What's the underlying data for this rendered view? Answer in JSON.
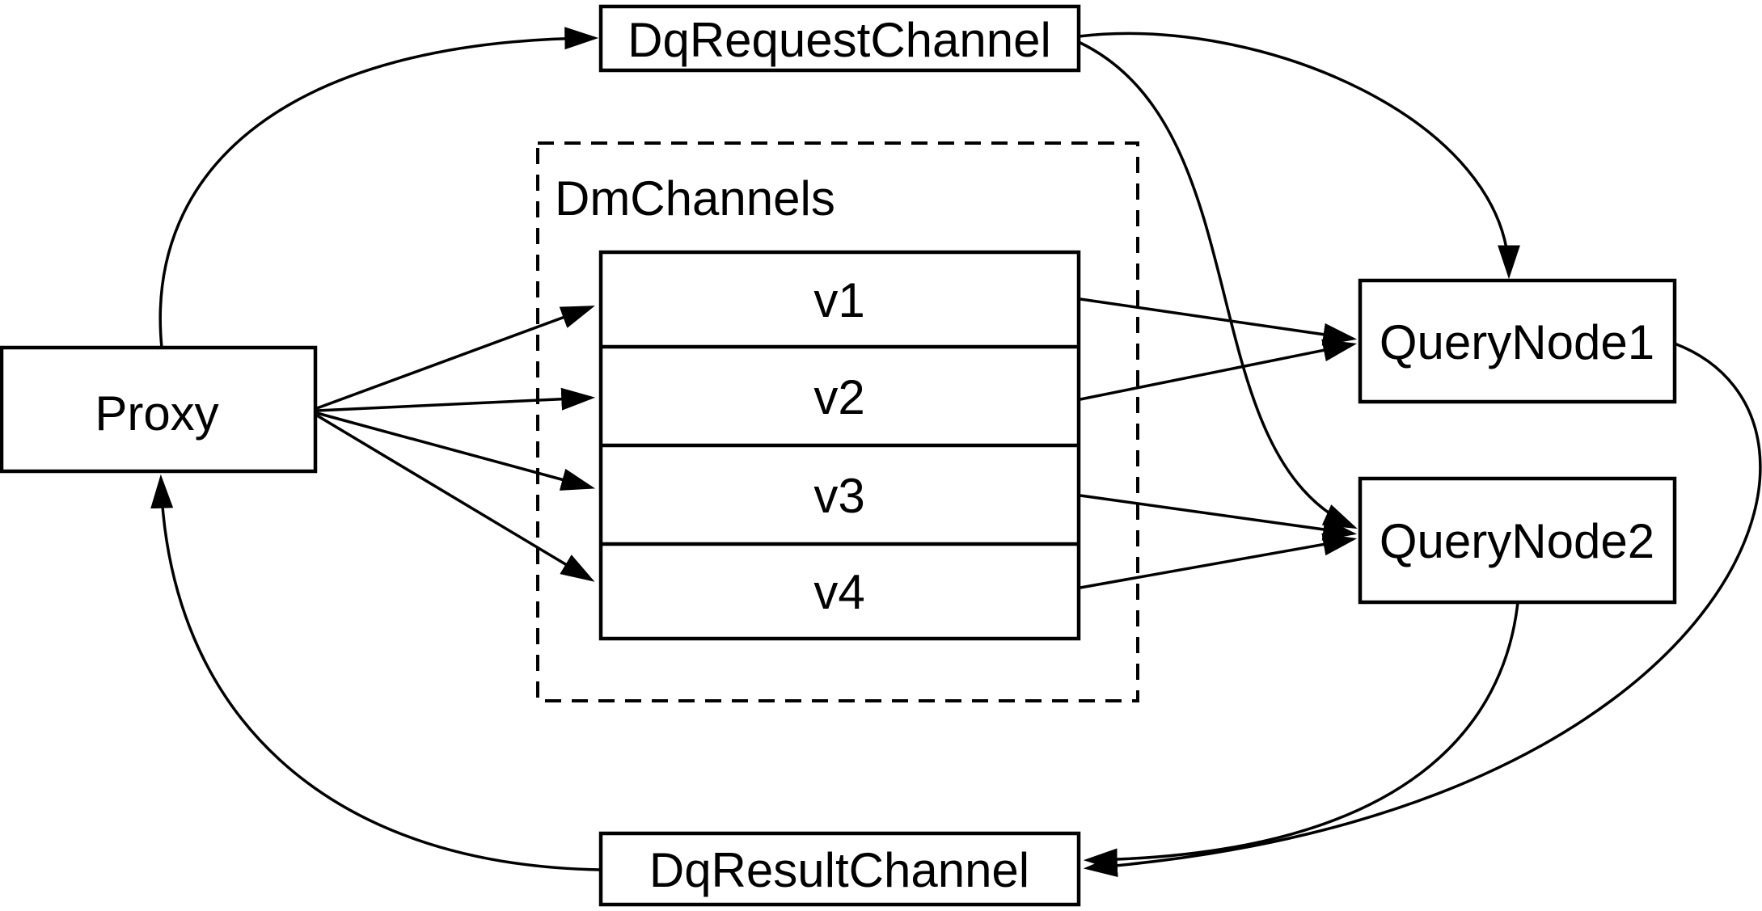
{
  "diagram": {
    "background": "#ffffff",
    "stroke_color": "#000000",
    "nodes": {
      "proxy": {
        "label": "Proxy"
      },
      "dq_request_channel": {
        "label": "DqRequestChannel"
      },
      "dm_channels_group": {
        "label": "DmChannels"
      },
      "channels": [
        {
          "label": "v1"
        },
        {
          "label": "v2"
        },
        {
          "label": "v3"
        },
        {
          "label": "v4"
        }
      ],
      "query_node_1": {
        "label": "QueryNode1"
      },
      "query_node_2": {
        "label": "QueryNode2"
      },
      "dq_result_channel": {
        "label": "DqResultChannel"
      }
    },
    "edges": [
      {
        "from": "Proxy",
        "to": "DqRequestChannel"
      },
      {
        "from": "DqRequestChannel",
        "to": "QueryNode1"
      },
      {
        "from": "DqRequestChannel",
        "to": "QueryNode2"
      },
      {
        "from": "Proxy",
        "to": "v1"
      },
      {
        "from": "Proxy",
        "to": "v2"
      },
      {
        "from": "Proxy",
        "to": "v3"
      },
      {
        "from": "Proxy",
        "to": "v4"
      },
      {
        "from": "v1",
        "to": "QueryNode1"
      },
      {
        "from": "v2",
        "to": "QueryNode1"
      },
      {
        "from": "v3",
        "to": "QueryNode2"
      },
      {
        "from": "v4",
        "to": "QueryNode2"
      },
      {
        "from": "QueryNode1",
        "to": "DqResultChannel"
      },
      {
        "from": "QueryNode2",
        "to": "DqResultChannel"
      },
      {
        "from": "DqResultChannel",
        "to": "Proxy"
      }
    ]
  }
}
